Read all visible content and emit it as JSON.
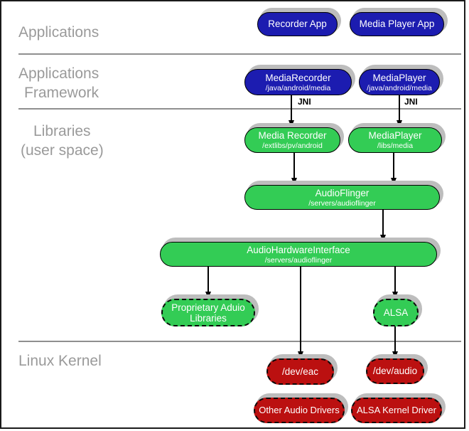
{
  "colors": {
    "app_blue": "#1c1cb0",
    "lib_green": "#33cc55",
    "kernel_red": "#bb1010",
    "shadow_gray": "#bdbdbd",
    "label_gray": "#9a9a9a",
    "divider_gray": "#8f8f8f"
  },
  "layers": {
    "applications": {
      "label": "Applications"
    },
    "framework": {
      "line1": "Applications",
      "line2": "Framework"
    },
    "libraries": {
      "line1": "Libraries",
      "line2": "(user space)"
    },
    "kernel": {
      "label": "Linux Kernel"
    }
  },
  "labels": {
    "jni_left": "JNI",
    "jni_right": "JNI"
  },
  "nodes": {
    "recorder_app": {
      "title": "Recorder App"
    },
    "media_player_app": {
      "title": "Media Player App"
    },
    "media_recorder_framework": {
      "title": "MediaRecorder",
      "subtitle": "/java/android/media"
    },
    "media_player_framework": {
      "title": "MediaPlayer",
      "subtitle": "/java/android/media"
    },
    "media_recorder_lib": {
      "title": "Media Recorder",
      "subtitle": "/extlibs/pv/android"
    },
    "media_player_lib": {
      "title": "MediaPlayer",
      "subtitle": "/libs/media"
    },
    "audioflinger": {
      "title": "AudioFlinger",
      "subtitle": "/servers/audioflinger"
    },
    "audio_hardware_interface": {
      "title": "AudioHardwareInterface",
      "subtitle": "/servers/audioflinger"
    },
    "proprietary_audio_libraries": {
      "line1": "Proprietary Aduio",
      "line2": "Libraries"
    },
    "alsa": {
      "title": "ALSA"
    },
    "dev_eac": {
      "title": "/dev/eac"
    },
    "dev_audio": {
      "title": "/dev/audio"
    },
    "other_audio_drivers": {
      "title": "Other Audio Drivers"
    },
    "alsa_kernel_driver": {
      "title": "ALSA Kernel Driver"
    }
  }
}
